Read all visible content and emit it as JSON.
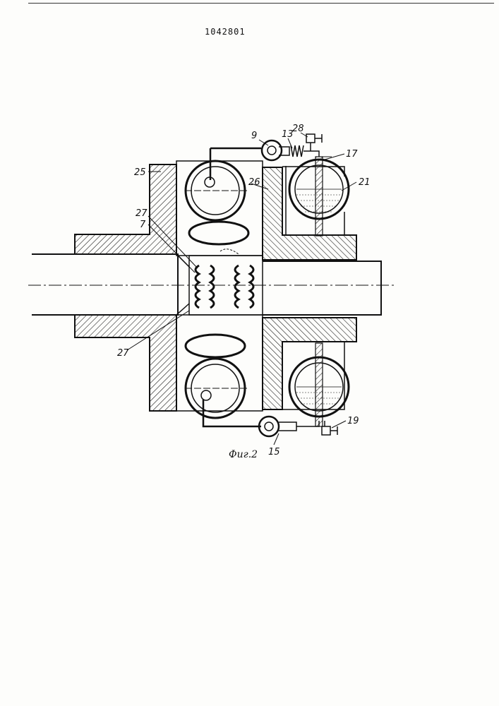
{
  "document": {
    "patent_number": "1042801",
    "figure_caption": "Фиг.2"
  },
  "labels": {
    "l9": "9",
    "l13": "13",
    "l28": "28",
    "l17": "17",
    "l25": "25",
    "l26": "26",
    "l21": "21",
    "l27a": "27",
    "l7": "7",
    "l27b": "27",
    "l15": "15",
    "l19": "19"
  }
}
